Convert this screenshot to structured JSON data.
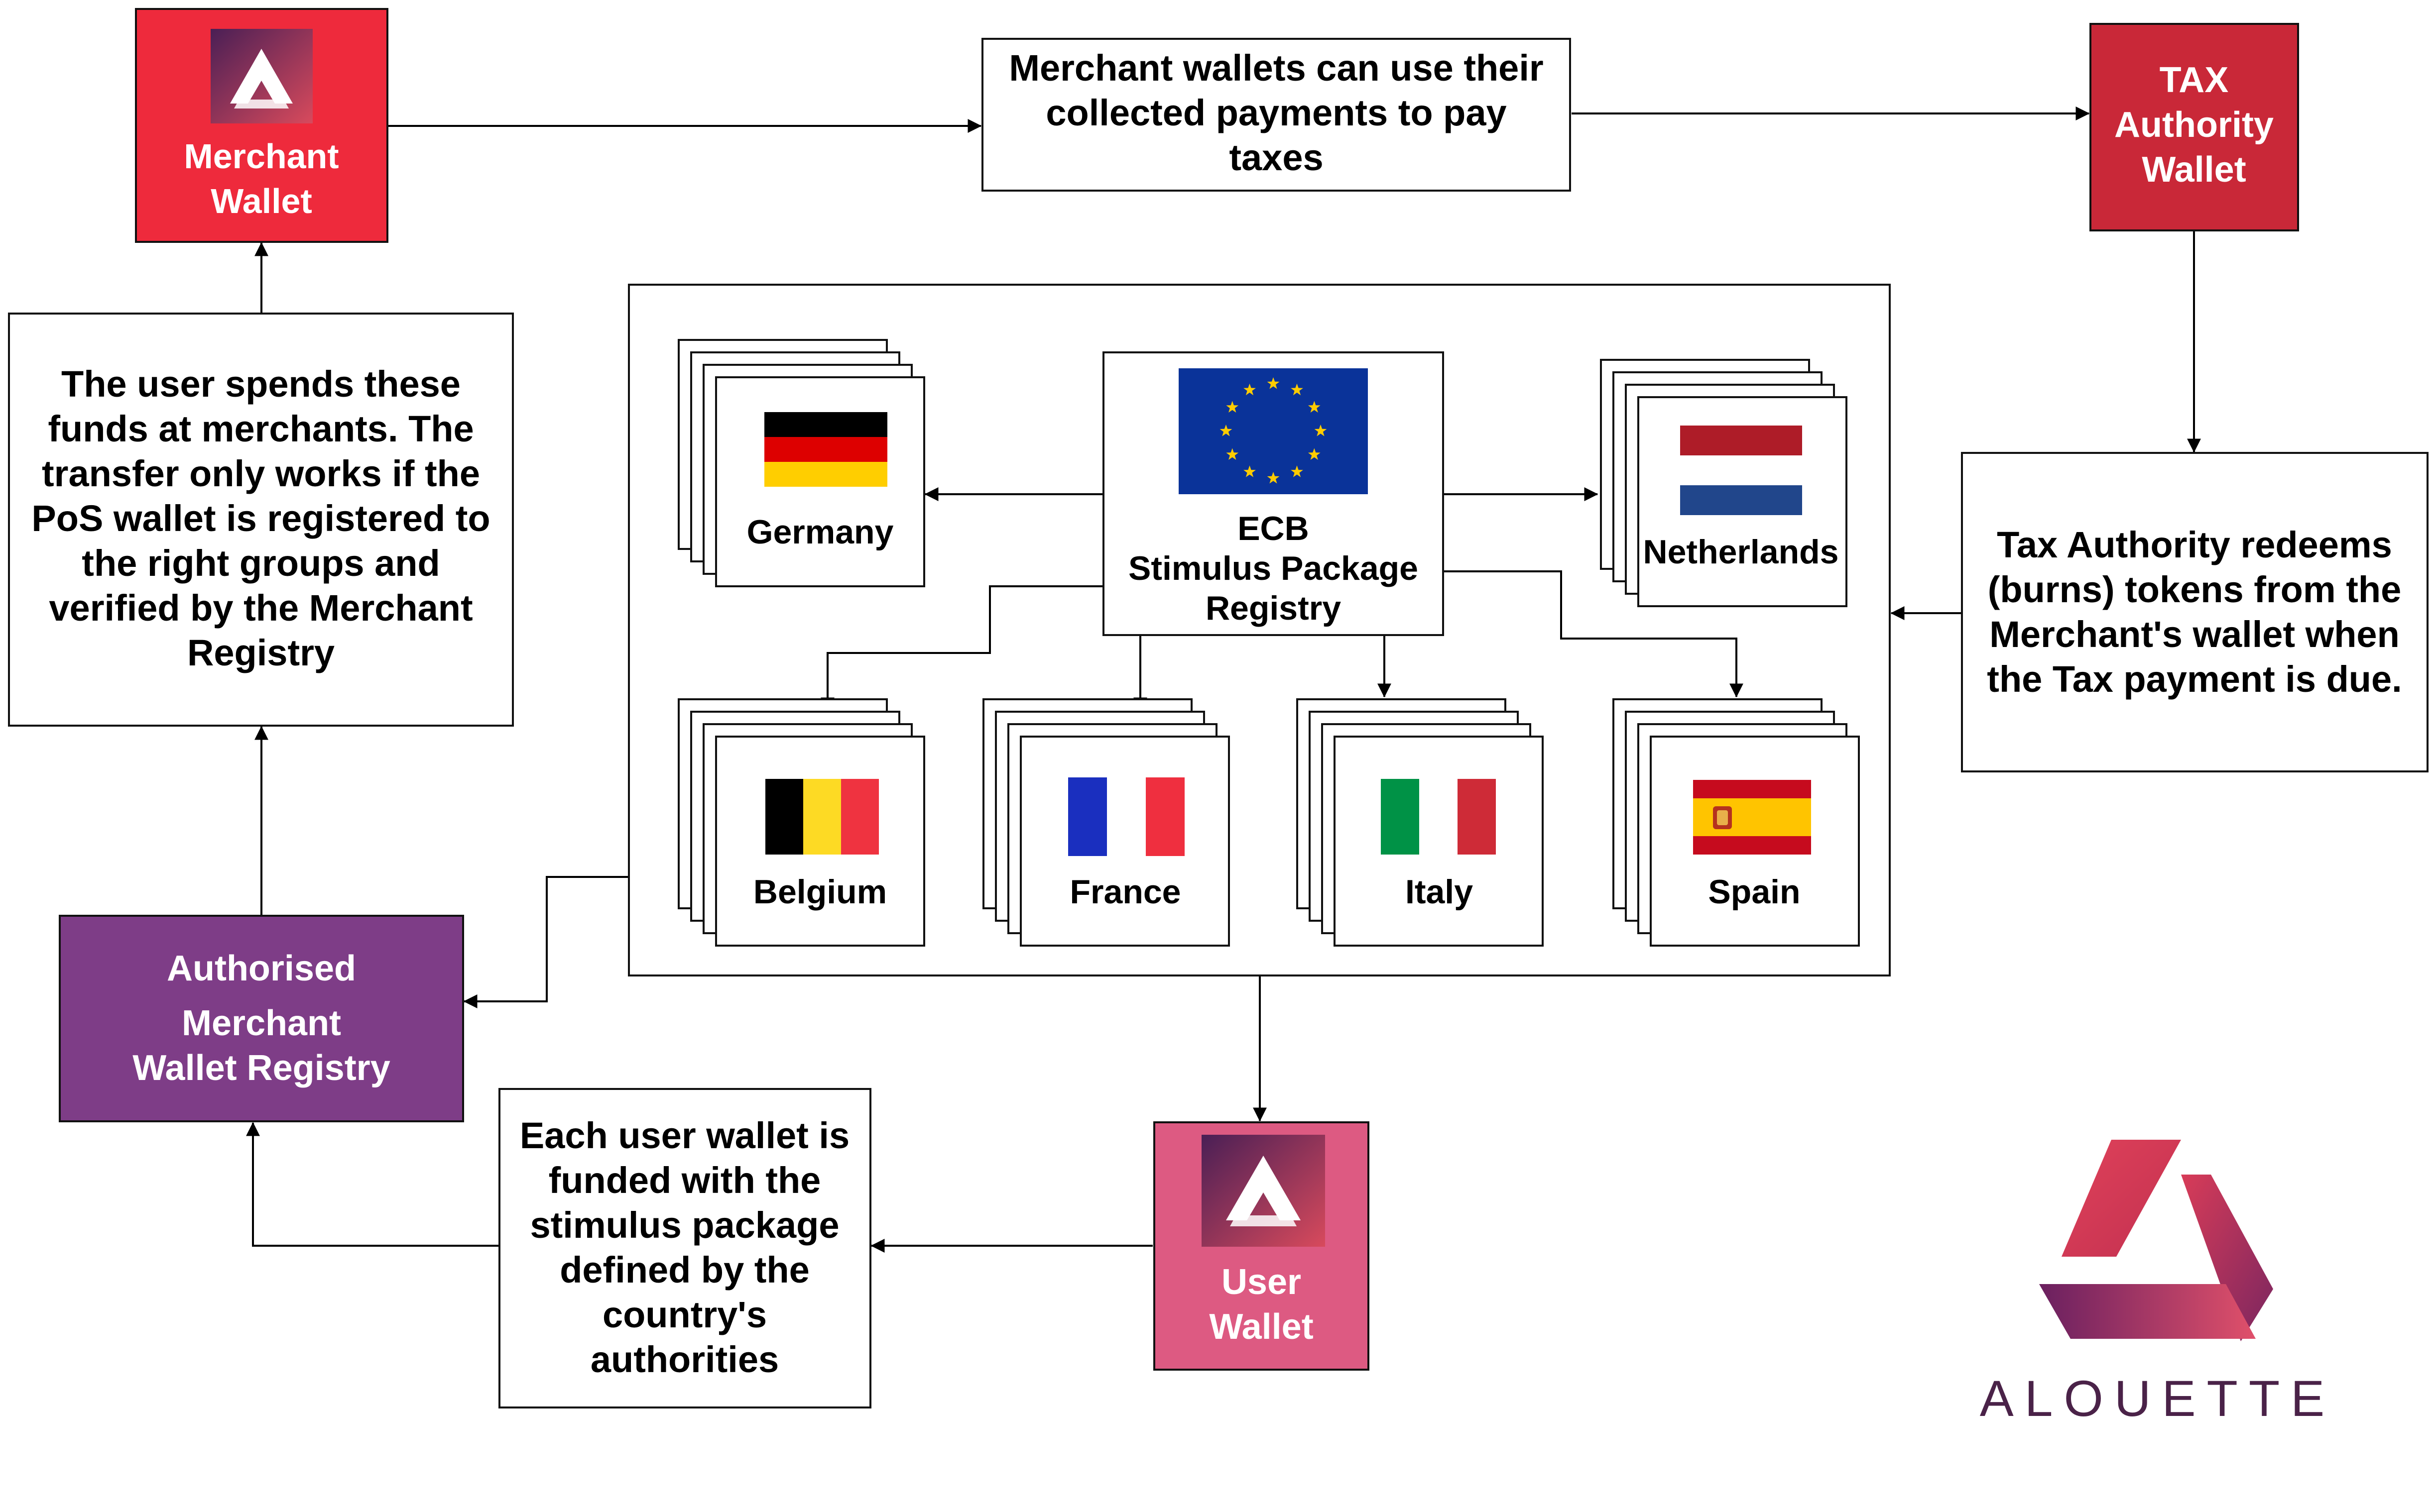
{
  "nodes": {
    "merchant_wallet": {
      "line1": "Merchant",
      "line2": "Wallet"
    },
    "tax_wallet": {
      "line1": "TAX",
      "line2": "Authority",
      "line3": "Wallet"
    },
    "user_wallet": {
      "line1": "User",
      "line2": "Wallet"
    },
    "registry": {
      "line1": "Authorised",
      "line2": "Merchant",
      "line3": "Wallet Registry"
    },
    "ecb": {
      "line1": "ECB",
      "line2": "Stimulus Package",
      "line3": "Registry"
    }
  },
  "notes": {
    "pay_taxes": [
      "Merchant wallets can use their",
      "collected payments to pay",
      "taxes"
    ],
    "spend": [
      "The user spends these",
      "funds at merchants. The",
      "transfer only works if the",
      "PoS wallet is registered to",
      "the right groups and",
      "verified by the Merchant",
      "Registry"
    ],
    "tax_redeem": [
      "Tax Authority redeems",
      "(burns) tokens from the",
      "Merchant's wallet when",
      "the Tax payment is due."
    ],
    "funded": [
      "Each user wallet is",
      "funded with the",
      "stimulus package",
      "defined by the",
      "country's",
      "authorities"
    ]
  },
  "countries": [
    "Germany",
    "Netherlands",
    "Belgium",
    "France",
    "Italy",
    "Spain"
  ],
  "brand": {
    "name": "ALOUETTE"
  },
  "colors": {
    "merchant": "#ee2a3c",
    "tax": "#c92838",
    "user": "#dd5a82",
    "registry": "#7e3d87",
    "eu_blue": "#0a3399",
    "eu_star": "#ffcc00",
    "brand_text": "#4a2248"
  }
}
